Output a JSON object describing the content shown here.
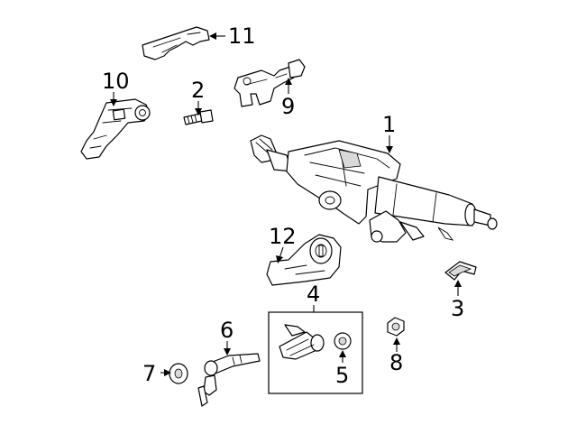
{
  "callouts": {
    "c1": "1",
    "c2": "2",
    "c3": "3",
    "c4": "4",
    "c5": "5",
    "c6": "6",
    "c7": "7",
    "c8": "8",
    "c9": "9",
    "c10": "10",
    "c11": "11",
    "c12": "12"
  },
  "colors": {
    "line": "#000000",
    "background": "#ffffff",
    "shade": "#d9d9d9"
  }
}
